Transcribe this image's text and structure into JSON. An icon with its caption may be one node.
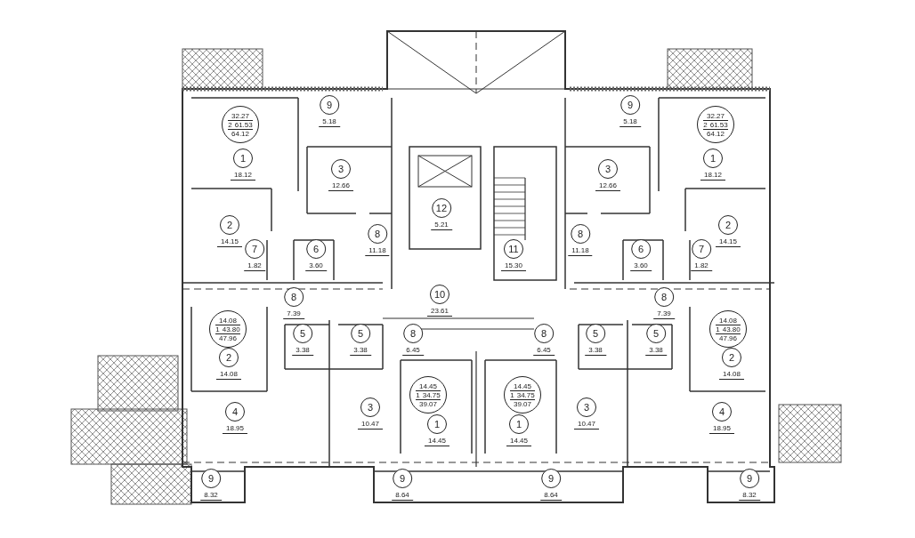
{
  "diagram": {
    "nodes": [
      {
        "text": [
          "9",
          "5.18"
        ]
      },
      {
        "text": [
          "32.27",
          "2",
          "61.53",
          "64.12"
        ]
      },
      {
        "text": [
          "1",
          "18.12"
        ]
      },
      {
        "text": [
          "3",
          "12.66"
        ]
      },
      {
        "text": [
          "2",
          "14.15"
        ]
      },
      {
        "text": [
          "7",
          "1.82"
        ]
      },
      {
        "text": [
          "6",
          "3.60"
        ]
      },
      {
        "text": [
          "8",
          "11.18"
        ]
      },
      {
        "text": [
          "12",
          "5.21"
        ]
      },
      {
        "text": [
          "11",
          "15.30"
        ]
      },
      {
        "text": [
          "10",
          "23.61"
        ]
      },
      {
        "text": [
          "9",
          "5.18"
        ]
      },
      {
        "text": [
          "32.27",
          "2",
          "61.53",
          "64.12"
        ]
      },
      {
        "text": [
          "3",
          "12.66"
        ]
      },
      {
        "text": [
          "1",
          "18.12"
        ]
      },
      {
        "text": [
          "8",
          "11.18"
        ]
      },
      {
        "text": [
          "6",
          "3.60"
        ]
      },
      {
        "text": [
          "2",
          "14.15"
        ]
      },
      {
        "text": [
          "7",
          "1.82"
        ]
      },
      {
        "text": [
          "8",
          "7.39"
        ]
      },
      {
        "text": [
          "14.08",
          "1",
          "43.80",
          "47.96"
        ]
      },
      {
        "text": [
          "5",
          "3.38"
        ]
      },
      {
        "text": [
          "5",
          "3.38"
        ]
      },
      {
        "text": [
          "8",
          "6.45"
        ]
      },
      {
        "text": [
          "2",
          "14.08"
        ]
      },
      {
        "text": [
          "3",
          "10.47"
        ]
      },
      {
        "text": [
          "14.45",
          "1",
          "34.75",
          "39.07"
        ]
      },
      {
        "text": [
          "4",
          "18.95"
        ]
      },
      {
        "text": [
          "1",
          "14.45"
        ]
      },
      {
        "text": [
          "9",
          "8.32"
        ]
      },
      {
        "text": [
          "9",
          "8.64"
        ]
      },
      {
        "text": [
          "8",
          "6.45"
        ]
      },
      {
        "text": [
          "5",
          "3.38"
        ]
      },
      {
        "text": [
          "5",
          "3.38"
        ]
      },
      {
        "text": [
          "8",
          "7.39"
        ]
      },
      {
        "text": [
          "14.08",
          "1",
          "43.80",
          "47.96"
        ]
      },
      {
        "text": [
          "14.45",
          "1",
          "34.75",
          "39.07"
        ]
      },
      {
        "text": [
          "1",
          "14.45"
        ]
      },
      {
        "text": [
          "3",
          "10.47"
        ]
      },
      {
        "text": [
          "2",
          "14.08"
        ]
      },
      {
        "text": [
          "4",
          "18.95"
        ]
      },
      {
        "text": [
          "9",
          "8.64"
        ]
      },
      {
        "text": [
          "9",
          "8.32"
        ]
      }
    ]
  }
}
